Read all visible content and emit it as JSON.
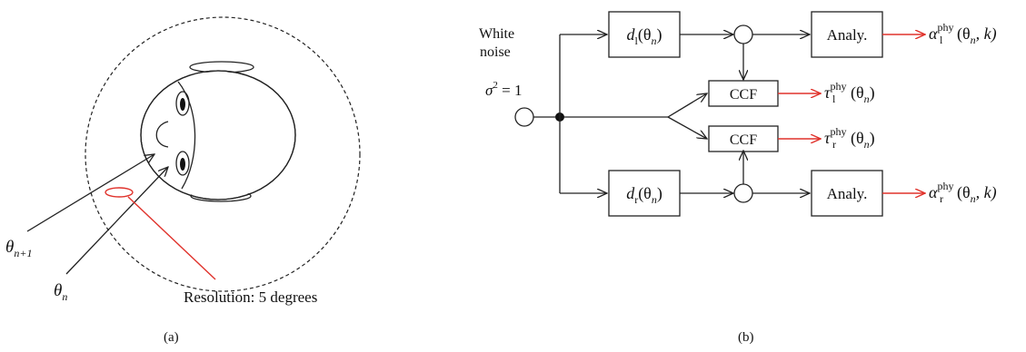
{
  "panel_a": {
    "caption": "(a)",
    "theta_next": "θ",
    "theta_next_sub": "n+1",
    "theta_n": "θ",
    "theta_n_sub": "n",
    "resolution_label": "Resolution: 5 degrees"
  },
  "panel_b": {
    "caption": "(b)",
    "source_line1": "White",
    "source_line2": "noise",
    "sigma": "σ",
    "sigma_sup": "2",
    "sigma_rest": " = 1",
    "dl": {
      "sym": "d",
      "sub": "l",
      "arg": "(θ",
      "arg_sub": "n",
      "close": ")"
    },
    "dr": {
      "sym": "d",
      "sub": "r",
      "arg": "(θ",
      "arg_sub": "n",
      "close": ")"
    },
    "ccf_top": "CCF",
    "ccf_bottom": "CCF",
    "analy_top": "Analy.",
    "analy_bottom": "Analy.",
    "out_alpha_l": {
      "sym": "α",
      "sup": "phy",
      "sub": "l",
      "arg": "(θ",
      "arg_sub": "n",
      "rest": ", k)"
    },
    "out_tau_l": {
      "sym": "τ",
      "sup": "phy",
      "sub": "l",
      "arg": "(θ",
      "arg_sub": "n",
      "rest": ")"
    },
    "out_tau_r": {
      "sym": "τ",
      "sup": "phy",
      "sub": "r",
      "arg": "(θ",
      "arg_sub": "n",
      "rest": ")"
    },
    "out_alpha_r": {
      "sym": "α",
      "sup": "phy",
      "sub": "r",
      "arg": "(θ",
      "arg_sub": "n",
      "rest": ", k)"
    }
  },
  "colors": {
    "line": "#222222",
    "accent": "#e0322b"
  }
}
